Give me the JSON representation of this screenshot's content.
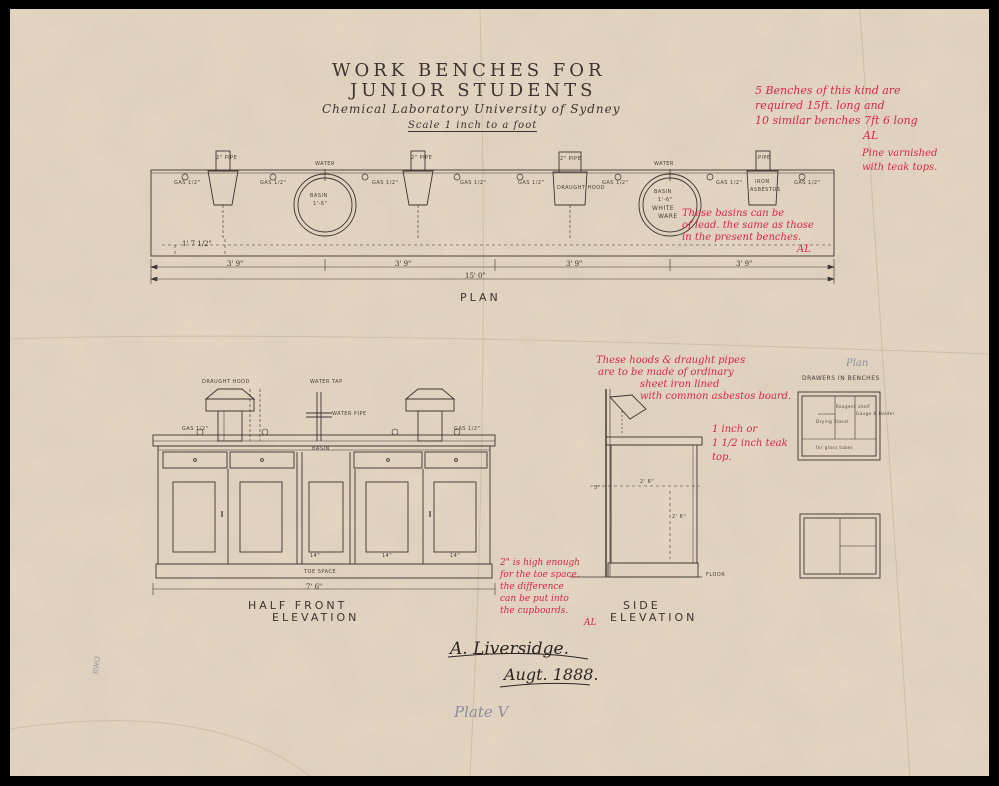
{
  "title": {
    "line1": "WORK BENCHES FOR",
    "line2": "JUNIOR STUDENTS",
    "line3": "Chemical Laboratory    University of Sydney",
    "scale": "Scale  1 inch to a foot"
  },
  "plan": {
    "label": "PLAN",
    "fixtures": {
      "pipe1": "2\" PIPE",
      "water1": "WATER",
      "basin1a": "BASIN",
      "basin1b": "1'-6\"",
      "pipe2": "2\" PIPE",
      "pipe3": "2\" PIPE",
      "draught_hood": "DRAUGHT HOOD",
      "water2": "WATER",
      "basin2a": "BASIN",
      "basin2b": "1'-6\"",
      "basin2c": "WHITE",
      "basin2d": "WARE",
      "pipe4": "PIPE",
      "iron": "IRON",
      "asbestos": "ASBESTOS"
    },
    "gas_labels": [
      "GAS 1/2\"",
      "GAS 1/2\"",
      "GAS 1/2\"",
      "GAS 1/2\"",
      "GAS 1/2\"",
      "GAS 1/2\"",
      "GAS 1/2\"",
      "GAS 1/2\""
    ],
    "dims": {
      "d1": "1' 7 1/2\"",
      "seg1": "3' 9\"",
      "seg2": "3' 9\"",
      "seg3": "3' 9\"",
      "seg4": "3' 9\"",
      "total": "15'  0\""
    }
  },
  "front": {
    "label1": "HALF  FRONT",
    "label2": "ELEVATION",
    "draught_hood": "DRAUGHT HOOD",
    "water_tap": "WATER TAP",
    "water_pipe": "WATER PIPE",
    "gas_left": "GAS 1/2\"",
    "gas_right": "GAS 1/2\"",
    "basin": "BASIN",
    "toe_space": "TOE SPACE",
    "dim_bottom": "7' 6\"",
    "d14a": "14\"",
    "d14b": "14\"",
    "d14c": "14\""
  },
  "side": {
    "label1": "SIDE",
    "label2": "ELEVATION",
    "floor": "FLOOR",
    "d5": "5\"",
    "d26": "2' 6\"",
    "d26b": "2' 6\""
  },
  "drawers": {
    "title": "DRAWERS IN BENCHES",
    "plan_word": "Plan",
    "in1": "Reagent shelf",
    "in2": "Gauge & Holder",
    "in3": "Drying Stand",
    "in4": "for glass tubes"
  },
  "notes": {
    "n1": [
      "5 Benches of this kind are",
      "required 15ft. long and",
      "10 similar benches 7ft 6 long",
      "AL"
    ],
    "n2": [
      "Pine varnished",
      "with teak tops."
    ],
    "n3": [
      "These basins can be",
      "of lead. the same as those",
      "in the present benches.",
      "AL"
    ],
    "n4": [
      "These hoods & draught pipes",
      "are to be made of ordinary",
      "sheet iron lined",
      "with common asbestos board."
    ],
    "n5": [
      "1 inch or",
      "1 1/2 inch teak",
      "top."
    ],
    "n6": [
      "2\" is high enough",
      "for the toe space.",
      "the difference",
      "can be put into",
      "the cupboards.",
      "AL"
    ]
  },
  "signature": {
    "name": "A. Liversidge.",
    "date": "Augt. 1888."
  },
  "pencil": {
    "plate": "Plate V",
    "margin": "6963"
  }
}
